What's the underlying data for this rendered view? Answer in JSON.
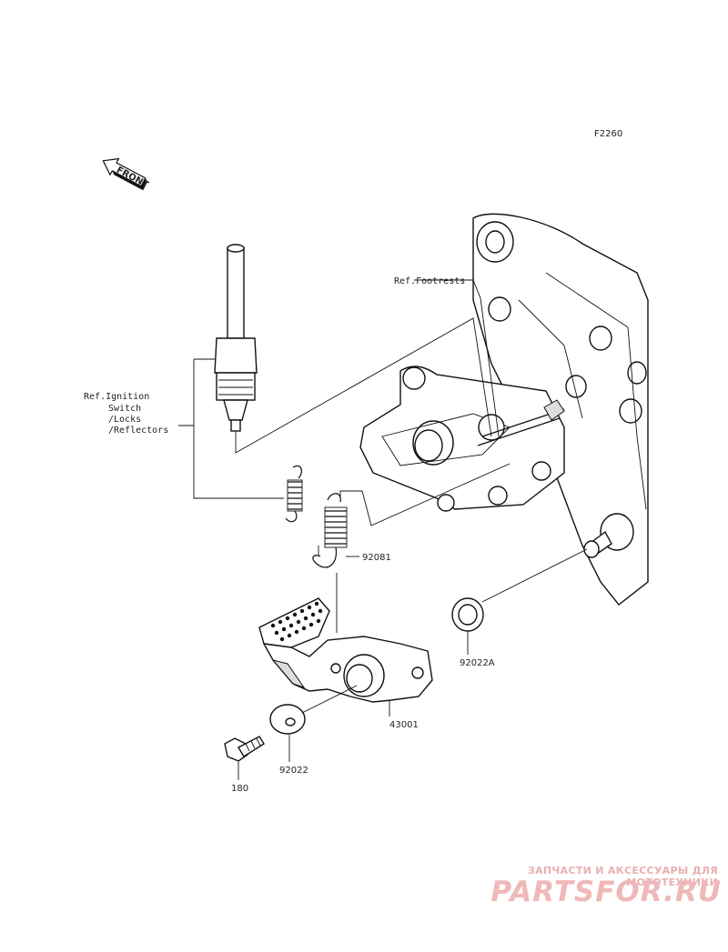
{
  "diagram_code": "F2260",
  "front_label": "FRONT",
  "callouts": {
    "ref_footrests": "Ref.Footrests",
    "ref_ignition": [
      "Ref.Ignition",
      "Switch",
      "/Locks",
      "/Reflectors"
    ]
  },
  "parts": {
    "spring": "92081",
    "washer_a": "92022A",
    "pedal": "43001",
    "washer": "92022",
    "bolt": "180"
  },
  "watermark": {
    "tagline": "ЗАПЧАСТИ И АКСЕССУАРЫ ДЛЯ МОТОТЕХНИКИ",
    "logo": "PARTSFOR.RU"
  }
}
